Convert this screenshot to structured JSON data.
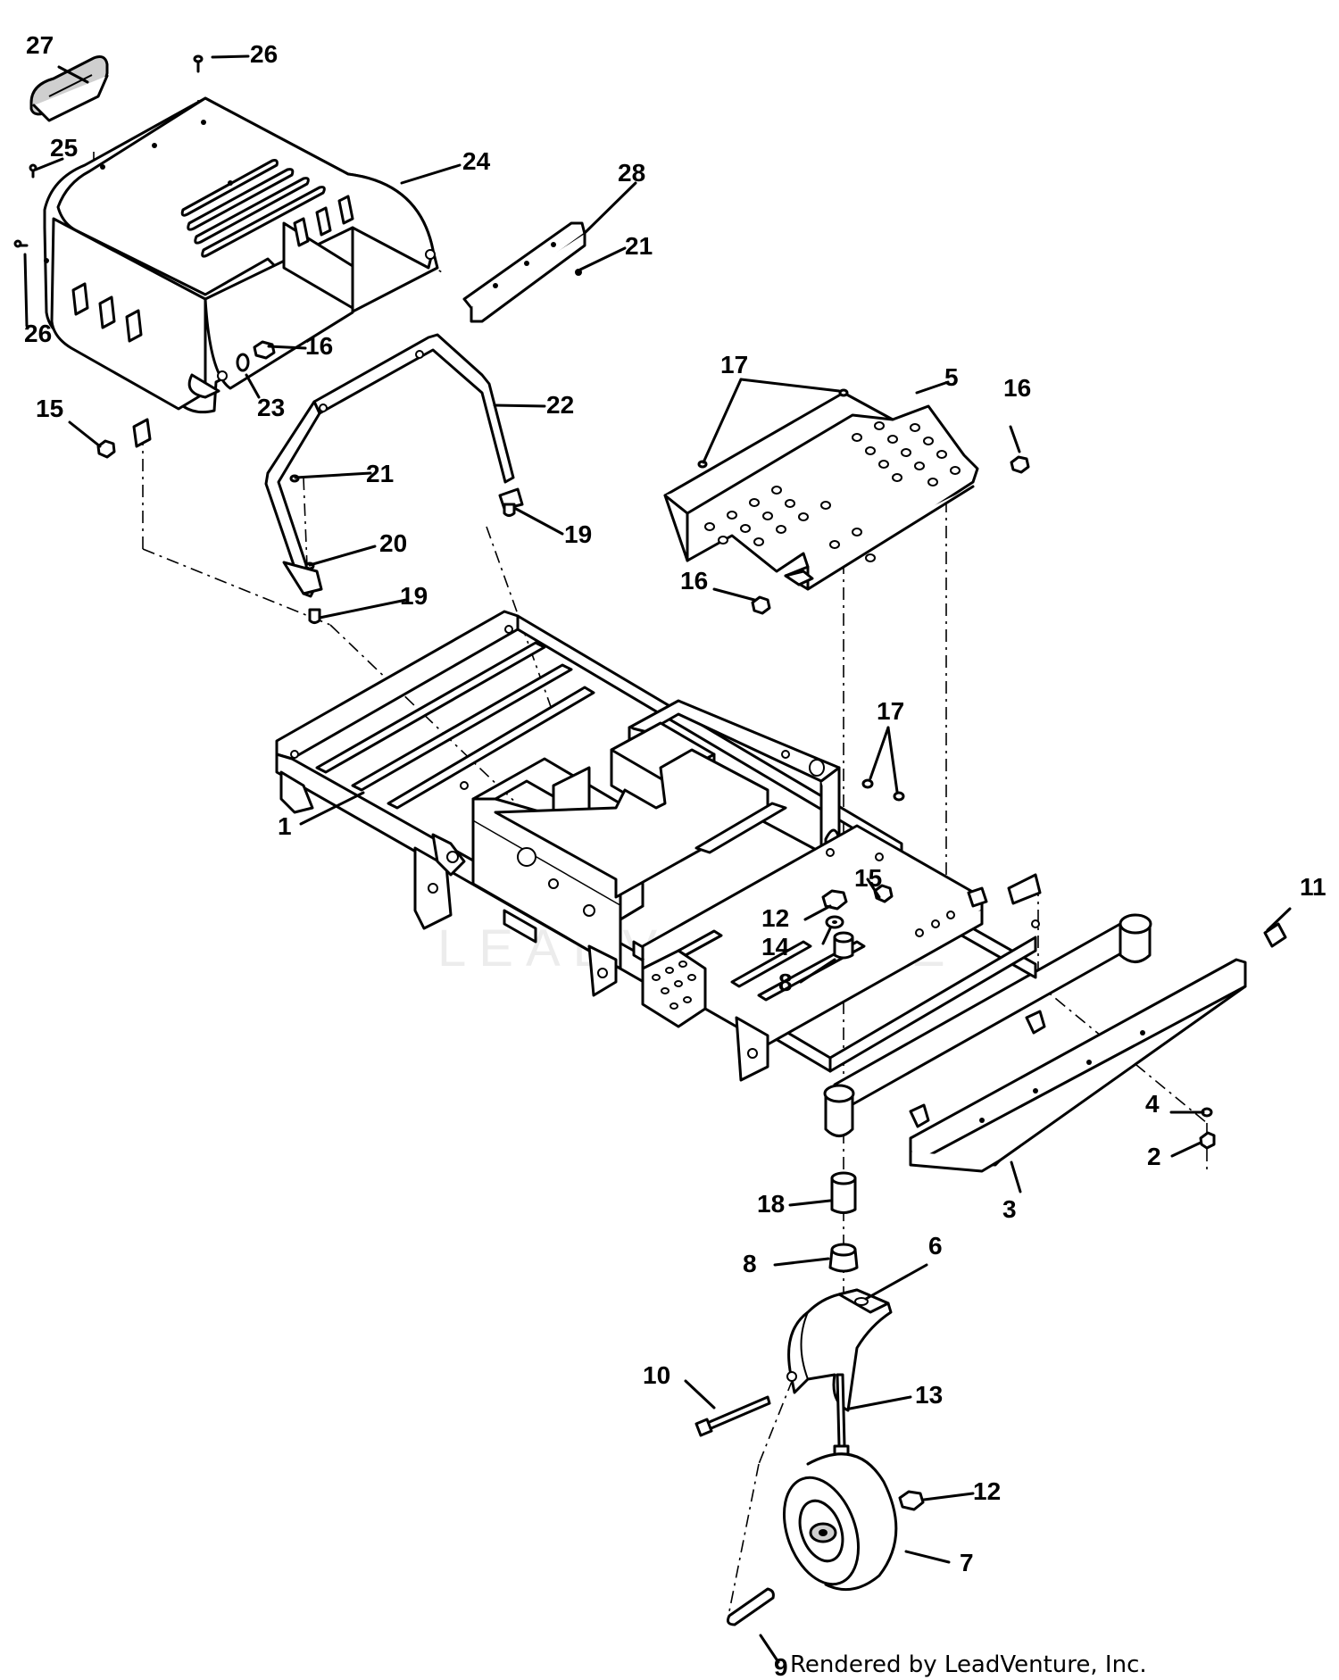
{
  "watermark": "LEADVENTURE",
  "credit": "Rendered by LeadVenture, Inc.",
  "callouts": {
    "c1": "1",
    "c2": "2",
    "c3": "3",
    "c4": "4",
    "c5": "5",
    "c6": "6",
    "c7": "7",
    "c8a": "8",
    "c8b": "8",
    "c9": "9",
    "c10": "10",
    "c11": "11",
    "c12a": "12",
    "c12b": "12",
    "c13": "13",
    "c14": "14",
    "c15a": "15",
    "c15b": "15",
    "c16a": "16",
    "c16b": "16",
    "c16c": "16",
    "c17a": "17",
    "c17b": "17",
    "c18": "18",
    "c19a": "19",
    "c19b": "19",
    "c20": "20",
    "c21a": "21",
    "c21b": "21",
    "c22": "22",
    "c23": "23",
    "c24": "24",
    "c25": "25",
    "c26a": "26",
    "c26b": "26",
    "c27": "27",
    "c28": "28"
  }
}
